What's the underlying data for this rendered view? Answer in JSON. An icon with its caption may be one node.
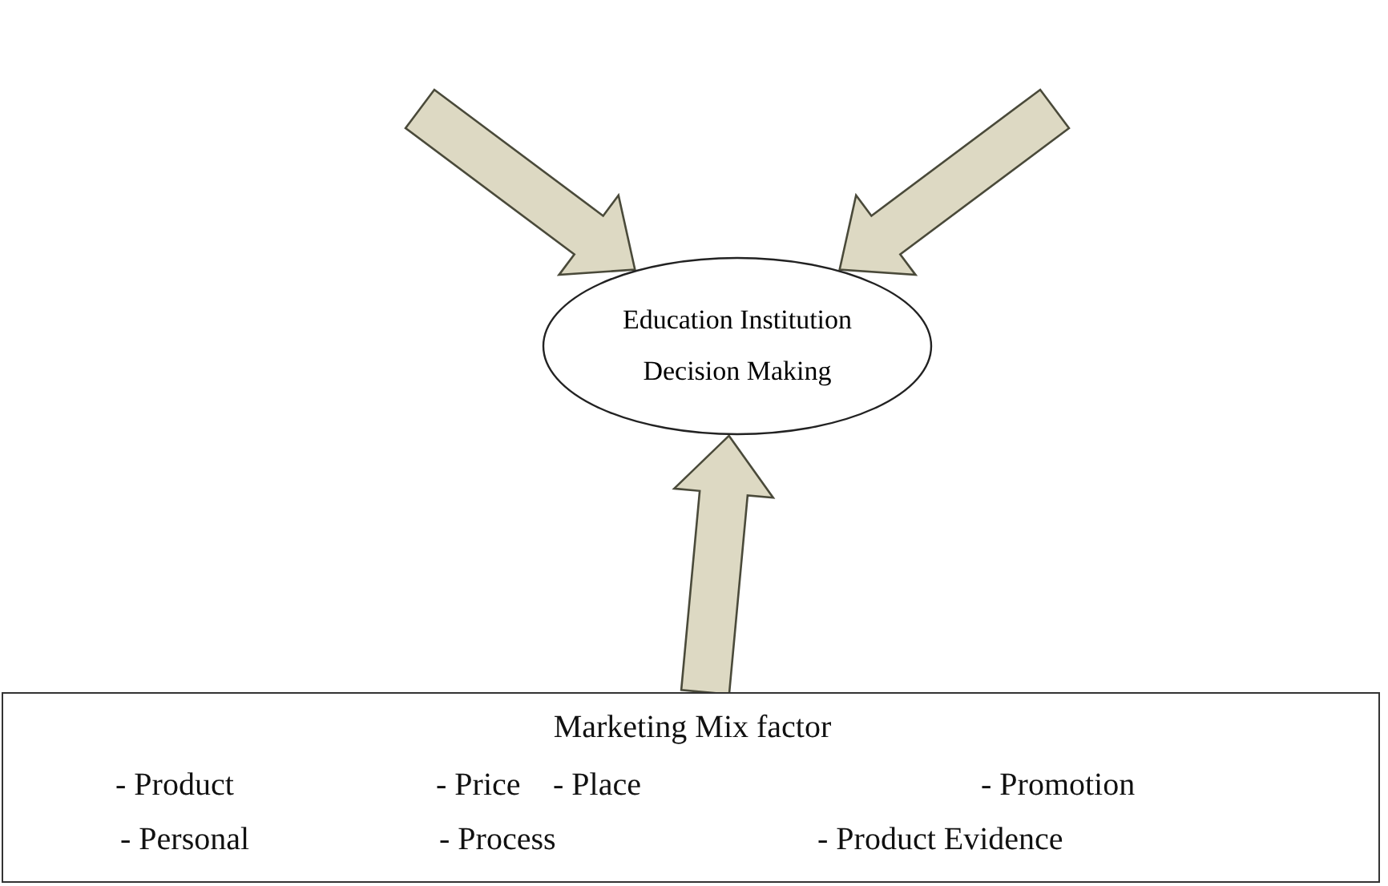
{
  "diagram": {
    "nodes": [
      {
        "text": [
          "Education Institution Decision Making"
        ]
      },
      {
        "text": [
          "Marketing Mix factor",
          "- Product",
          "- Price",
          "- Place",
          "- Promotion",
          "- Personal",
          "- Process",
          "- Product Evidence"
        ]
      }
    ],
    "edges": [
      {
        "from": null,
        "to": 0,
        "arrow": "to"
      },
      {
        "from": null,
        "to": 0,
        "arrow": "to"
      },
      {
        "from": 1,
        "to": 0,
        "arrow": "to"
      }
    ]
  }
}
